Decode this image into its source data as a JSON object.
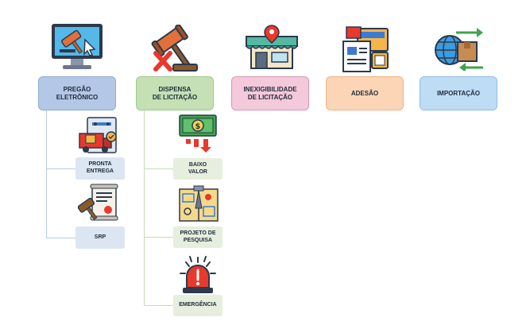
{
  "categories": [
    {
      "label": "PREGÃO\nELETRÔNICO",
      "fill": "#b4c7e7",
      "border": "#8fabd6",
      "icon": "computer-auction-icon"
    },
    {
      "label": "DISPENSA\nDE LICITAÇÃO",
      "fill": "#c5e0b4",
      "border": "#9fc98b",
      "icon": "gavel-x-icon"
    },
    {
      "label": "INEXIGIBILIDADE\nDE LICITAÇÃO",
      "fill": "#f4c9d9",
      "border": "#d69ab4",
      "icon": "storefront-icon"
    },
    {
      "label": "ADESÃO",
      "fill": "#fbd5b5",
      "border": "#f0b387",
      "icon": "documents-icon"
    },
    {
      "label": "IMPORTAÇÃO",
      "fill": "#bfdcf5",
      "border": "#8cc0e8",
      "icon": "globe-import-icon"
    }
  ],
  "pregao_items": [
    {
      "label": "PRONTA\nENTREGA",
      "icon": "delivery-truck-icon"
    },
    {
      "label": "SRP",
      "icon": "contract-gavel-icon"
    }
  ],
  "dispensa_items": [
    {
      "label": "BAIXO\nVALOR",
      "icon": "money-down-icon"
    },
    {
      "label": "PROJETO DE\nPESQUISA",
      "icon": "research-blueprint-icon"
    },
    {
      "label": "EMERGÊNCIA",
      "icon": "siren-icon"
    }
  ],
  "colors": {
    "subbox_pregao": "#dce6f3",
    "subbox_dispensa": "#e6efdd",
    "connector": "#b9cbe2"
  }
}
